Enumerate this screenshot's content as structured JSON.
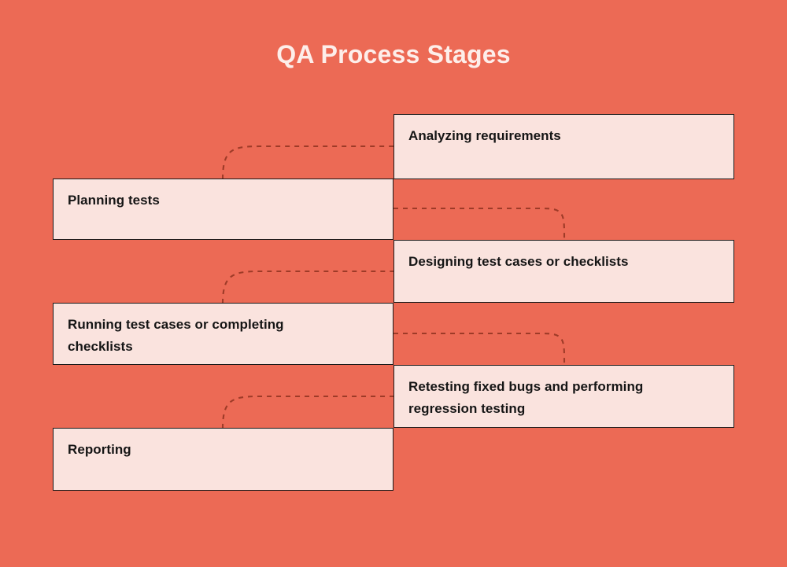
{
  "title": "QA Process Stages",
  "colors": {
    "background": "#EC6A55",
    "box_fill": "#FAE3DE",
    "box_border": "#1A1A1A",
    "title_text": "#FDEEEA",
    "label_text": "#151515",
    "connector": "#9E3B28"
  },
  "chart_data": {
    "type": "diagram",
    "title": "QA Process Stages",
    "layout": "alternating-staircase-flow",
    "stages": [
      {
        "index": 1,
        "label": "Analyzing requirements",
        "side": "right"
      },
      {
        "index": 2,
        "label": "Planning tests",
        "side": "left"
      },
      {
        "index": 3,
        "label": "Designing test cases or checklists",
        "side": "right"
      },
      {
        "index": 4,
        "label": "Running test cases or completing checklists",
        "side": "left"
      },
      {
        "index": 5,
        "label": "Retesting fixed bugs and performing regression testing",
        "side": "right"
      },
      {
        "index": 6,
        "label": "Reporting",
        "side": "left"
      }
    ],
    "connectors": [
      {
        "from": 2,
        "to": 1,
        "style": "dashed-curve"
      },
      {
        "from": 2,
        "to": 3,
        "style": "dashed-curve"
      },
      {
        "from": 4,
        "to": 3,
        "style": "dashed-curve"
      },
      {
        "from": 4,
        "to": 5,
        "style": "dashed-curve"
      },
      {
        "from": 6,
        "to": 5,
        "style": "dashed-curve"
      }
    ]
  }
}
